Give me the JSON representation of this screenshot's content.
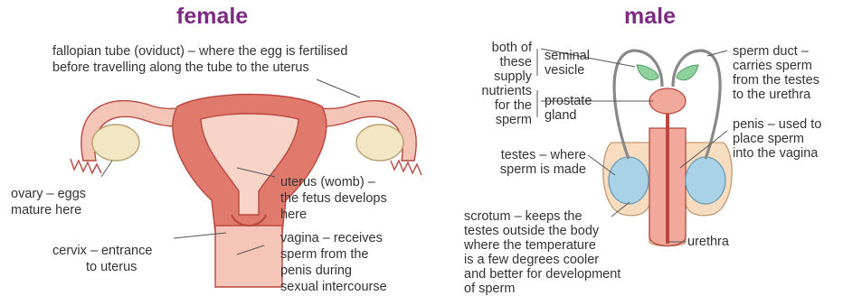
{
  "female": {
    "title": "female",
    "labels": {
      "fallopian_1": "fallopian tube (oviduct) – where the egg is fertilised",
      "fallopian_2": "before travelling along the tube to the uterus",
      "ovary_1": "ovary – eggs",
      "ovary_2": "mature here",
      "cervix_1": "cervix – entrance",
      "cervix_2": "to uterus",
      "uterus_1": "uterus (womb) –",
      "uterus_2": "the fetus develops",
      "uterus_3": "here",
      "vagina_1": "vagina – receives",
      "vagina_2": "sperm from the",
      "vagina_3": "penis during",
      "vagina_4": "sexual intercourse"
    }
  },
  "male": {
    "title": "male",
    "labels": {
      "both_1": "both of",
      "both_2": "these",
      "both_3": "supply",
      "both_4": "nutrients",
      "both_5": "for the",
      "both_6": "sperm",
      "seminal_1": "seminal",
      "seminal_2": "vesicle",
      "prostate_1": "prostate",
      "prostate_2": "gland",
      "duct_1": "sperm duct –",
      "duct_2": "carries sperm",
      "duct_3": "from the testes",
      "duct_4": "to the urethra",
      "penis_1": "penis – used to",
      "penis_2": "place sperm",
      "penis_3": "into the vagina",
      "testes_1": "testes – where",
      "testes_2": "sperm is made",
      "scrotum_1": "scrotum – keeps the",
      "scrotum_2": "testes outside the body",
      "scrotum_3": "where the temperature",
      "scrotum_4": "is a few degrees cooler",
      "scrotum_5": "and better for development",
      "scrotum_6": "of sperm",
      "urethra": "urethra"
    }
  },
  "colors": {
    "title": "#7d2a84",
    "tissue": "#f5c6b8",
    "muscle": "#e07a6c",
    "ovary": "#f3e6c4",
    "vesicle": "#8fd19e",
    "testis": "#a9d2e6",
    "skin": "#f7dcc0",
    "line": "#555555"
  }
}
